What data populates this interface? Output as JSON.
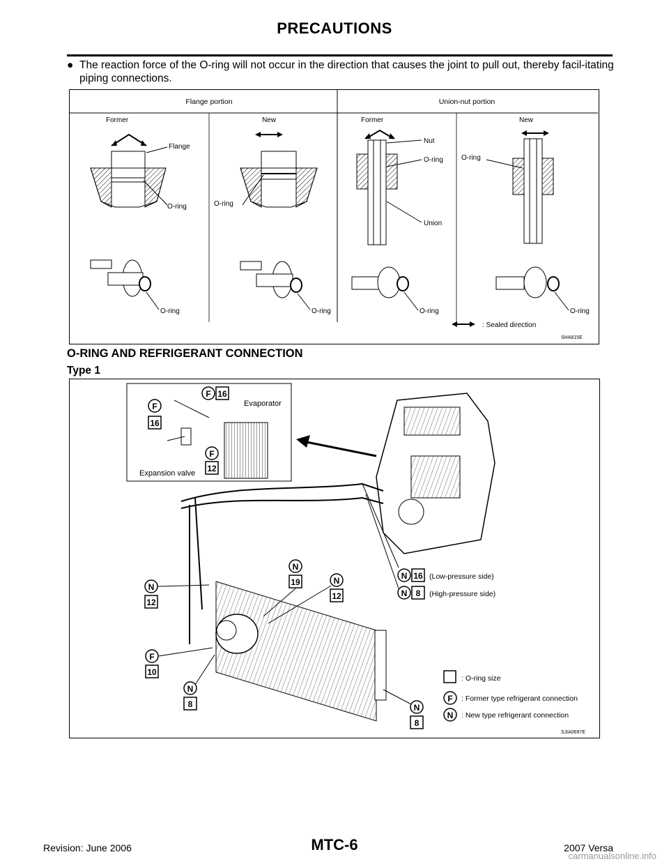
{
  "header": {
    "title": "PRECAUTIONS"
  },
  "bullet": {
    "symbol": "●",
    "text": "The reaction force of the O-ring will not occur in the direction that causes the joint to pull out, thereby facil-itating piping connections."
  },
  "figure1": {
    "flange_portion": "Flange portion",
    "union_nut_portion": "Union-nut portion",
    "former": "Former",
    "new": "New",
    "flange": "Flange",
    "o_ring": "O-ring",
    "nut": "Nut",
    "union": "Union",
    "sealed_direction": ": Sealed direction",
    "code": "SHA815E"
  },
  "section": {
    "heading": "O-RING AND REFRIGERANT CONNECTION",
    "subheading": "Type 1"
  },
  "figure2": {
    "evaporator": "Evaporator",
    "expansion_valve": "Expansion valve",
    "low_pressure": "(Low-pressure side)",
    "high_pressure": "(High-pressure side)",
    "legend_size": ": O-ring size",
    "legend_former": ": Former type refrigerant connection",
    "legend_new": ": New type refrigerant connection",
    "code": "SJIA0697E",
    "letter_f": "F",
    "letter_n": "N",
    "n16": "16",
    "n12": "12",
    "n19": "19",
    "n10": "10",
    "n8": "8"
  },
  "footer": {
    "revision": "Revision: June 2006",
    "page": "MTC-6",
    "model": "2007 Versa",
    "watermark": "carmanualsonline.info"
  }
}
